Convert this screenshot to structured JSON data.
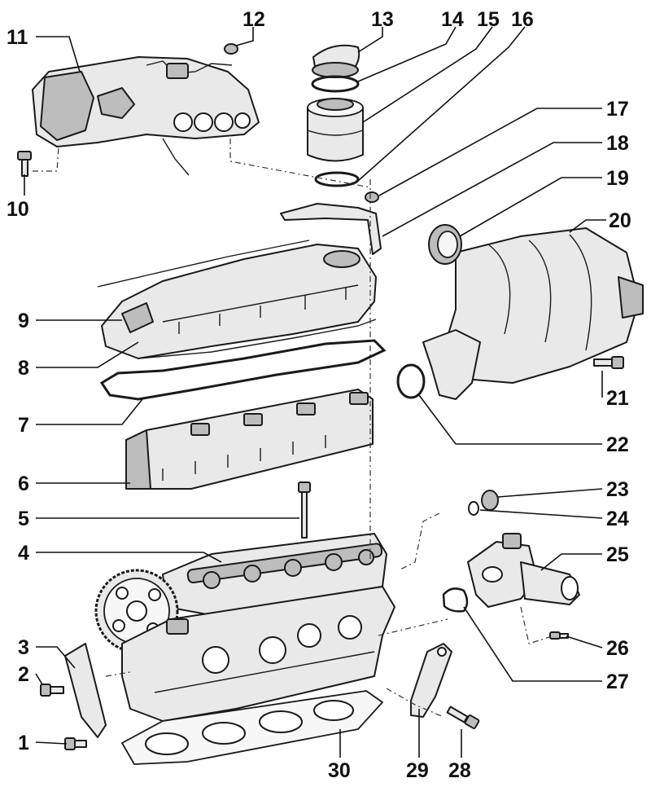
{
  "diagram": {
    "callouts": [
      {
        "id": "1",
        "text": "1"
      },
      {
        "id": "2",
        "text": "2"
      },
      {
        "id": "3",
        "text": "3"
      },
      {
        "id": "4",
        "text": "4"
      },
      {
        "id": "5",
        "text": "5"
      },
      {
        "id": "6",
        "text": "6"
      },
      {
        "id": "7",
        "text": "7"
      },
      {
        "id": "8",
        "text": "8"
      },
      {
        "id": "9",
        "text": "9"
      },
      {
        "id": "10",
        "text": "10"
      },
      {
        "id": "11",
        "text": "11"
      },
      {
        "id": "12",
        "text": "12"
      },
      {
        "id": "13",
        "text": "13"
      },
      {
        "id": "14",
        "text": "14"
      },
      {
        "id": "15",
        "text": "15"
      },
      {
        "id": "16",
        "text": "16"
      },
      {
        "id": "17",
        "text": "17"
      },
      {
        "id": "18",
        "text": "18"
      },
      {
        "id": "19",
        "text": "19"
      },
      {
        "id": "20",
        "text": "20"
      },
      {
        "id": "21",
        "text": "21"
      },
      {
        "id": "22",
        "text": "22"
      },
      {
        "id": "23",
        "text": "23"
      },
      {
        "id": "24",
        "text": "24"
      },
      {
        "id": "25",
        "text": "25"
      },
      {
        "id": "26",
        "text": "26"
      },
      {
        "id": "27",
        "text": "27"
      },
      {
        "id": "28",
        "text": "28"
      },
      {
        "id": "29",
        "text": "29"
      },
      {
        "id": "30",
        "text": "30"
      }
    ],
    "colors": {
      "ink": "#111111",
      "paper": "#ffffff",
      "metal": "#e9e9e9",
      "shade": "#bdbdbd"
    }
  }
}
